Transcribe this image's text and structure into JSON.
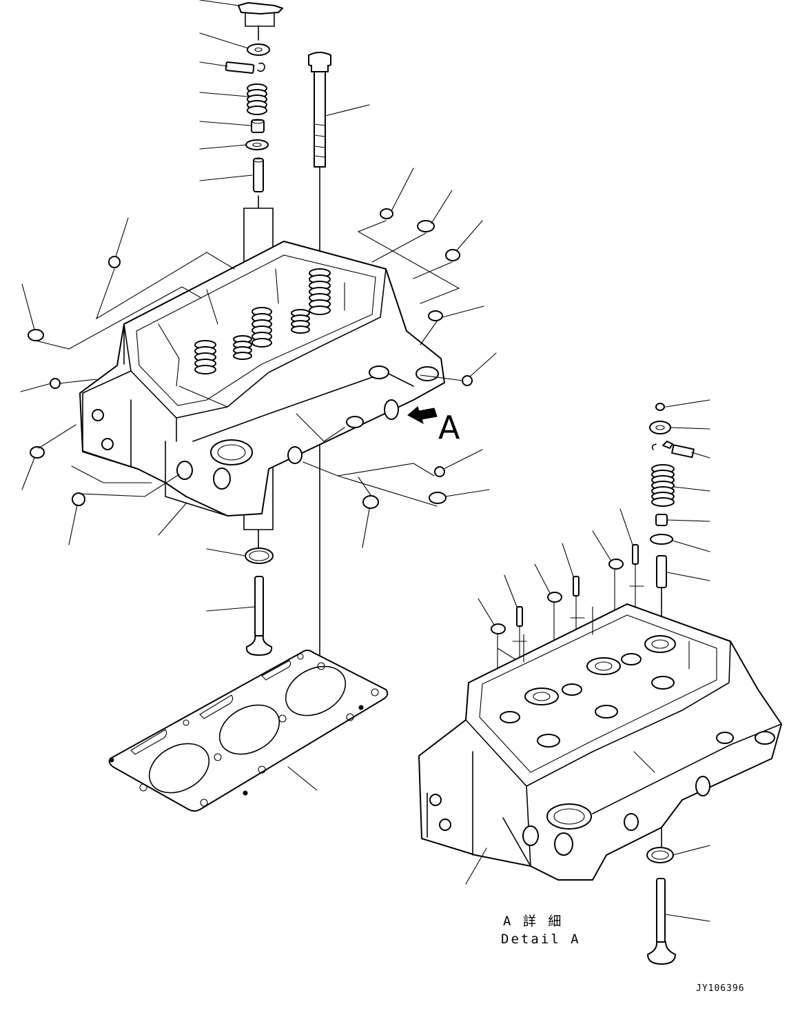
{
  "diagram": {
    "view_label": "A",
    "detail_title_jp": "A 詳 細",
    "detail_title_en": "Detail A",
    "drawing_id": "JY106396"
  },
  "colors": {
    "ink": "#000000",
    "paper": "#ffffff"
  }
}
